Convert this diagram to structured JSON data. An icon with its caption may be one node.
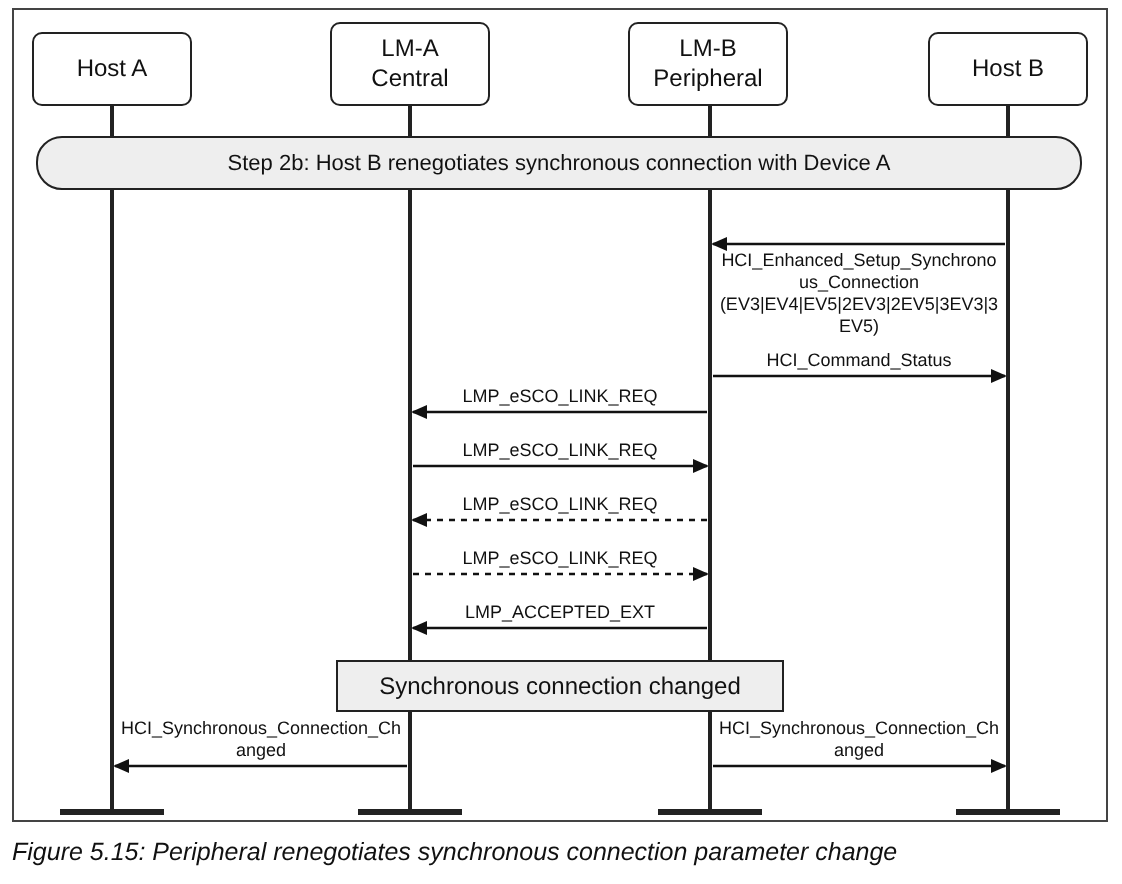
{
  "diagram": {
    "caption": "Figure 5.15:  Peripheral renegotiates synchronous connection parameter change",
    "nodes": [
      {
        "text": [
          "Host A"
        ]
      },
      {
        "text": [
          "LM-A Central"
        ]
      },
      {
        "text": [
          "LM-B Peripheral"
        ]
      },
      {
        "text": [
          "Host B"
        ]
      },
      {
        "text": [
          "Step 2b:  Host B renegotiates synchronous connection with Device A"
        ]
      },
      {
        "text": [
          "Synchronous connection changed"
        ]
      },
      {
        "text": [],
        "shape": "line"
      },
      {
        "text": [],
        "shape": "line"
      },
      {
        "text": [],
        "shape": "line"
      },
      {
        "text": [],
        "shape": "line"
      }
    ],
    "edges": [
      {
        "from": 9,
        "to": 8,
        "arrow": "to",
        "label": "HCI_Enhanced_Setup_Synchronous_Connection (EV3|EV4|EV5|2EV3|2EV5|3EV3|3EV5)"
      },
      {
        "from": 8,
        "to": 9,
        "arrow": "to",
        "label": "HCI_Command_Status"
      },
      {
        "from": 8,
        "to": 7,
        "arrow": "to",
        "label": "LMP_eSCO_LINK_REQ"
      },
      {
        "from": 7,
        "to": 8,
        "arrow": "to",
        "label": "LMP_eSCO_LINK_REQ"
      },
      {
        "from": 8,
        "to": 7,
        "arrow": "to",
        "label": "LMP_eSCO_LINK_REQ",
        "style": "dashed"
      },
      {
        "from": 7,
        "to": 8,
        "arrow": "to",
        "label": "LMP_eSCO_LINK_REQ",
        "style": "dashed"
      },
      {
        "from": 8,
        "to": 7,
        "arrow": "to",
        "label": "LMP_ACCEPTED_EXT"
      },
      {
        "from": 7,
        "to": 6,
        "arrow": "to",
        "label": "HCI_Synchronous_Connection_Changed"
      },
      {
        "from": 8,
        "to": 9,
        "arrow": "to",
        "label": "HCI_Synchronous_Connection_Changed"
      }
    ]
  }
}
